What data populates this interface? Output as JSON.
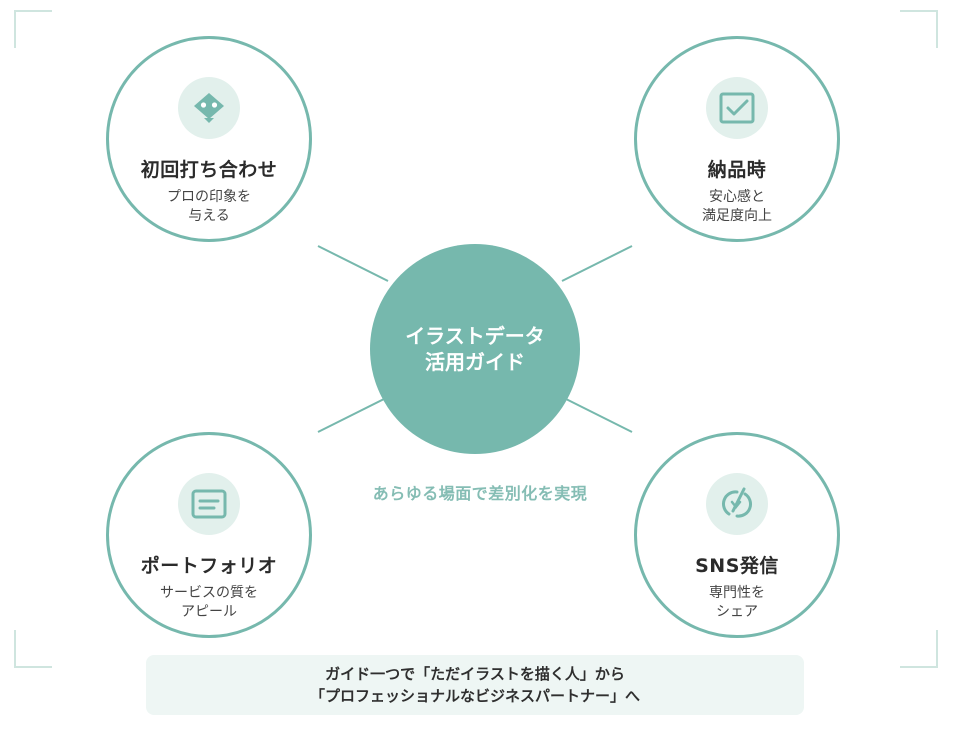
{
  "center": {
    "line1": "イラストデータ",
    "line2": "活用ガイド"
  },
  "tagline": "あらゆる場面で差別化を実現",
  "nodes": {
    "meeting": {
      "title": "初回打ち合わせ",
      "desc": "プロの印象を\n与える",
      "icon": "mascot-face-icon"
    },
    "delivery": {
      "title": "納品時",
      "desc": "安心感と\n満足度向上",
      "icon": "checkbox-icon"
    },
    "portfolio": {
      "title": "ポートフォリオ",
      "desc": "サービスの質を\nアピール",
      "icon": "document-icon"
    },
    "sns": {
      "title": "SNS発信",
      "desc": "専門性を\nシェア",
      "icon": "share-cycle-icon"
    }
  },
  "banner": {
    "line1": "ガイド一つで「ただイラストを描く人」から",
    "line2": "「プロフェッショナルなビジネスパートナー」へ"
  },
  "colors": {
    "accent": "#76b8ad",
    "icon_bg": "#e2f0ec",
    "tagline": "#85bdb4",
    "banner_bg": "#eef6f4"
  }
}
